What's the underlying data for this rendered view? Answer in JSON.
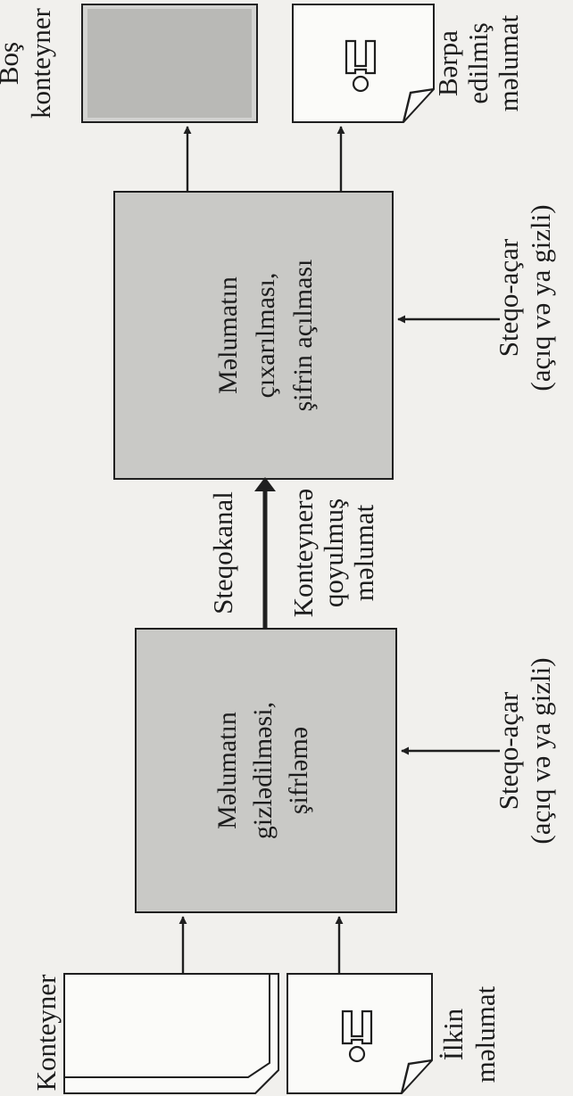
{
  "diagram": {
    "nodes": {
      "empty_container": {
        "lines": [
          "Boş",
          "konteyner"
        ]
      },
      "recovered_info": {
        "lines": [
          "Bərpa",
          "edilmiş",
          "məlumat"
        ],
        "icon": "info-document-icon"
      },
      "extract_box": {
        "lines": [
          "Məlumatın",
          "çıxarılması,",
          "şifrin açılması"
        ]
      },
      "hide_box": {
        "lines": [
          "Məlumatın",
          "gizlədilməsi,",
          "şifrləmə"
        ]
      },
      "container": {
        "lines": [
          "Konteyner"
        ],
        "icon": "stacked-documents-icon"
      },
      "initial_info": {
        "lines": [
          "İlkin",
          "məlumat"
        ],
        "icon": "info-document-icon"
      }
    },
    "edges": {
      "stegokanal": {
        "lines": [
          "Steqokanal"
        ]
      },
      "embedded": {
        "lines": [
          "Konteynerə",
          "qoyulmuş",
          "məlumat"
        ]
      },
      "key_top": {
        "lines": [
          "Steqo-açar",
          "(açıq və ya gizli)"
        ]
      },
      "key_bottom": {
        "lines": [
          "Steqo-açar",
          "(açıq və ya gizli)"
        ]
      }
    }
  }
}
